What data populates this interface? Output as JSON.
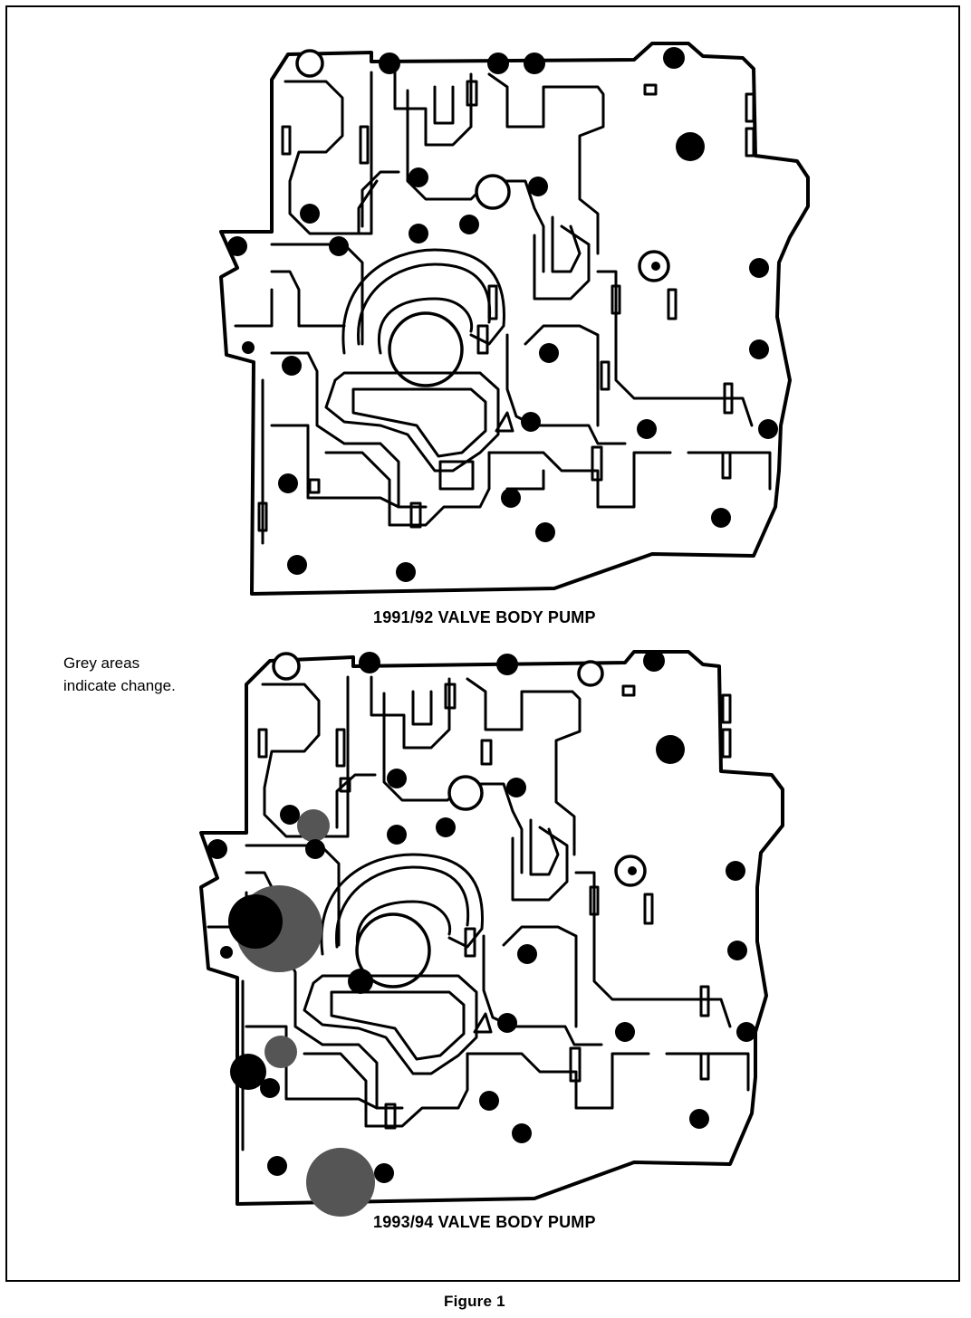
{
  "diagrams": [
    {
      "id": "top",
      "caption": "1991/92 VALVE BODY PUMP"
    },
    {
      "id": "bottom",
      "caption": "1993/94 VALVE BODY PUMP"
    }
  ],
  "note_lines": [
    "Grey areas",
    "indicate change."
  ],
  "figure_caption": "Figure 1",
  "colors": {
    "ink": "#000000",
    "changed_area": "#555555",
    "paper": "#ffffff"
  }
}
